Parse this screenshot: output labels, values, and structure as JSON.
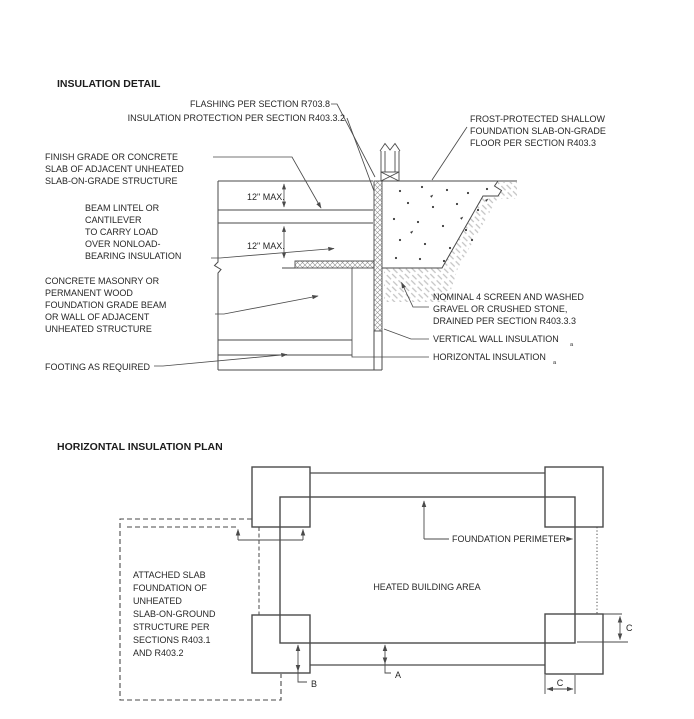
{
  "colors": {
    "line": "#4a4a4a",
    "hatch": "#c3c3c3",
    "insulation_hatch": "#8f8f8f",
    "text": "#272727"
  },
  "detail": {
    "title": "INSULATION DETAIL",
    "flashing_label": "FLASHING PER SECTION R703.8",
    "insulation_protection_label": "INSULATION PROTECTION PER SECTION R403.3.2",
    "finish_grade_lines": [
      "FINISH GRADE OR CONCRETE",
      "SLAB OF ADJACENT UNHEATED",
      "SLAB-ON-GRADE STRUCTURE"
    ],
    "dim_12max_upper": "12\" MAX.",
    "dim_12max_lower": "12\" MAX.",
    "beam_lines": [
      "BEAM LINTEL OR",
      "CANTILEVER",
      "TO CARRY LOAD",
      "OVER NONLOAD-",
      "BEARING INSULATION"
    ],
    "masonry_lines": [
      "CONCRETE MASONRY OR",
      "PERMANENT WOOD",
      "FOUNDATION GRADE BEAM",
      "OR WALL OF ADJACENT",
      "UNHEATED STRUCTURE"
    ],
    "footing_label": "FOOTING AS REQUIRED",
    "frost_lines": [
      "FROST-PROTECTED SHALLOW",
      "FOUNDATION SLAB-ON-GRADE",
      "FLOOR PER SECTION R403.3"
    ],
    "gravel_lines": [
      "NOMINAL 4 SCREEN AND WASHED",
      "GRAVEL OR CRUSHED STONE,",
      "DRAINED PER SECTION R403.3.3"
    ],
    "vertical_insulation_label": "VERTICAL WALL INSULATION",
    "horizontal_insulation_label": "HORIZONTAL INSULATION",
    "footnote_marker": "a"
  },
  "plan": {
    "title": "HORIZONTAL INSULATION PLAN",
    "attached_lines": [
      "ATTACHED SLAB",
      "FOUNDATION OF",
      "UNHEATED",
      "SLAB-ON-GROUND",
      "STRUCTURE PER",
      "SECTIONS R403.1",
      "AND R403.2"
    ],
    "foundation_perimeter_label": "FOUNDATION PERIMETER",
    "heated_area_label": "HEATED BUILDING AREA",
    "dim_a": "A",
    "dim_b": "B",
    "dim_c_bottom": "C",
    "dim_c_right": "C"
  }
}
